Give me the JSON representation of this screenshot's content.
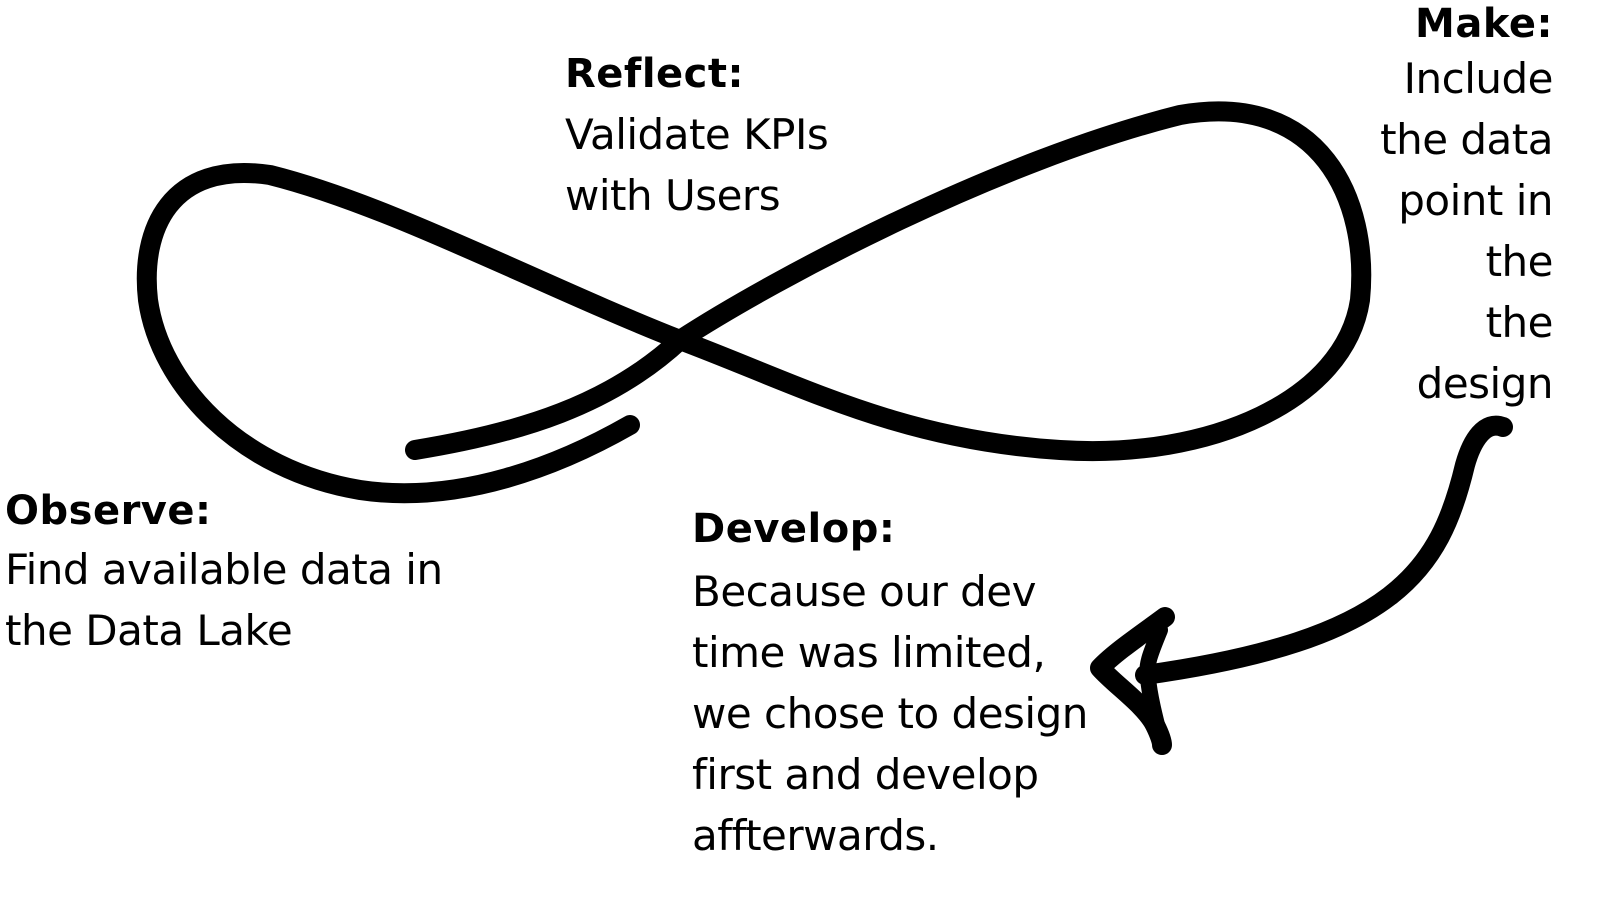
{
  "diagram": {
    "stroke_color": "#000000",
    "stages": [
      {
        "id": "reflect",
        "heading": "Reflect:",
        "body": "Validate KPIs\nwith Users"
      },
      {
        "id": "make",
        "heading": "Make:",
        "body": "Include\nthe data\npoint in\nthe\nthe\ndesign"
      },
      {
        "id": "observe",
        "heading": "Observe:",
        "body": "Find available data in\nthe Data Lake"
      },
      {
        "id": "develop",
        "heading": "Develop:",
        "body": "Because our dev\ntime was limited,\nwe chose to design\nfirst and develop\naffterwards."
      }
    ]
  }
}
